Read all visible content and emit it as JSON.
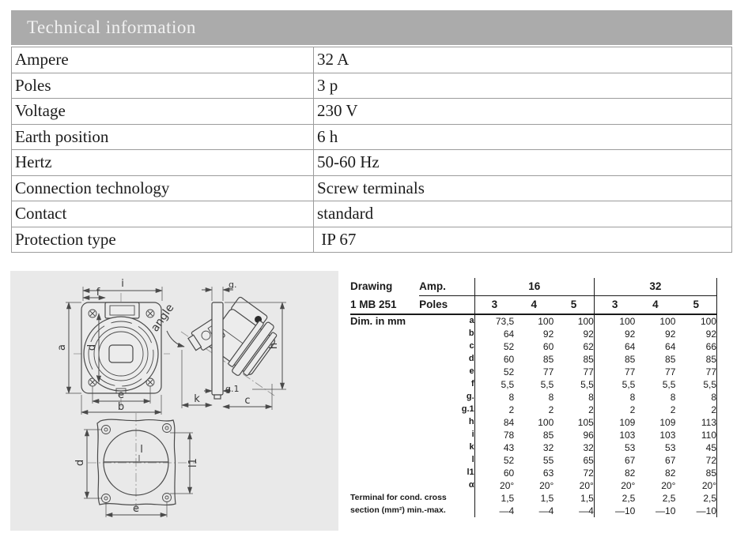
{
  "tech_table": {
    "title": "Technical information",
    "rows": [
      {
        "label": "Ampere",
        "value": "32 A"
      },
      {
        "label": "Poles",
        "value": "3 p"
      },
      {
        "label": "Voltage",
        "value": "230 V"
      },
      {
        "label": "Earth position",
        "value": "6 h"
      },
      {
        "label": "Hertz",
        "value": "50-60 Hz"
      },
      {
        "label": "Connection technology",
        "value": "Screw terminals"
      },
      {
        "label": "Contact",
        "value": "standard"
      },
      {
        "label": "Protection type",
        "value": " IP 67"
      }
    ]
  },
  "dim_table": {
    "drawing_label": "Drawing",
    "drawing_number": "1 MB 251",
    "amp_label": "Amp.",
    "poles_label": "Poles",
    "amp_groups": [
      "16",
      "32"
    ],
    "poles_cols": [
      "3",
      "4",
      "5",
      "3",
      "4",
      "5"
    ],
    "dim_in_mm_label": "Dim. in mm",
    "rows": [
      {
        "dim": "a",
        "values": [
          "73,5",
          "100",
          "100",
          "100",
          "100",
          "100"
        ]
      },
      {
        "dim": "b",
        "values": [
          "64",
          "92",
          "92",
          "92",
          "92",
          "92"
        ]
      },
      {
        "dim": "c",
        "values": [
          "52",
          "60",
          "62",
          "64",
          "64",
          "66"
        ]
      },
      {
        "dim": "d",
        "values": [
          "60",
          "85",
          "85",
          "85",
          "85",
          "85"
        ]
      },
      {
        "dim": "e",
        "values": [
          "52",
          "77",
          "77",
          "77",
          "77",
          "77"
        ]
      },
      {
        "dim": "f",
        "values": [
          "5,5",
          "5,5",
          "5,5",
          "5,5",
          "5,5",
          "5,5"
        ]
      },
      {
        "dim": "g.",
        "values": [
          "8",
          "8",
          "8",
          "8",
          "8",
          "8"
        ]
      },
      {
        "dim": "g.1",
        "values": [
          "2",
          "2",
          "2",
          "2",
          "2",
          "2"
        ]
      },
      {
        "dim": "h",
        "values": [
          "84",
          "100",
          "105",
          "109",
          "109",
          "113"
        ]
      },
      {
        "dim": "i",
        "values": [
          "78",
          "85",
          "96",
          "103",
          "103",
          "110"
        ]
      },
      {
        "dim": "k",
        "values": [
          "43",
          "32",
          "32",
          "53",
          "53",
          "45"
        ]
      },
      {
        "dim": "l",
        "values": [
          "52",
          "55",
          "65",
          "67",
          "67",
          "72"
        ]
      },
      {
        "dim": "l1",
        "values": [
          "60",
          "63",
          "72",
          "82",
          "82",
          "85"
        ]
      },
      {
        "dim": "α",
        "values": [
          "20°",
          "20°",
          "20°",
          "20°",
          "20°",
          "20°"
        ]
      }
    ],
    "terminal_rows": [
      {
        "label": "Terminal for cond. cross",
        "values": [
          "1,5",
          "1,5",
          "1,5",
          "2,5",
          "2,5",
          "2,5"
        ]
      },
      {
        "label": "section (mm²) min.-max.",
        "values": [
          "—4",
          "—4",
          "—4",
          "—10",
          "—10",
          "—10"
        ]
      }
    ]
  },
  "drawing": {
    "front": {
      "i": "i",
      "f": "f",
      "a": "a",
      "d": "d",
      "e": "e",
      "b": "b"
    },
    "side": {
      "g": "g.",
      "angle": "angle",
      "g1": "g.1",
      "k": "k",
      "c": "c",
      "h": "h"
    },
    "bottom": {
      "d": "d",
      "l": "l",
      "l1": "l1",
      "e": "e"
    }
  },
  "colors": {
    "header_bg": "#ababab",
    "header_text": "#f1f1f1",
    "table_border": "#9c9c9c",
    "table_text": "#1c1c1c",
    "panel_bg": "#e9e9e9",
    "drawing_line": "#4a4a4a",
    "dim_table_text": "#1a1a1a"
  }
}
